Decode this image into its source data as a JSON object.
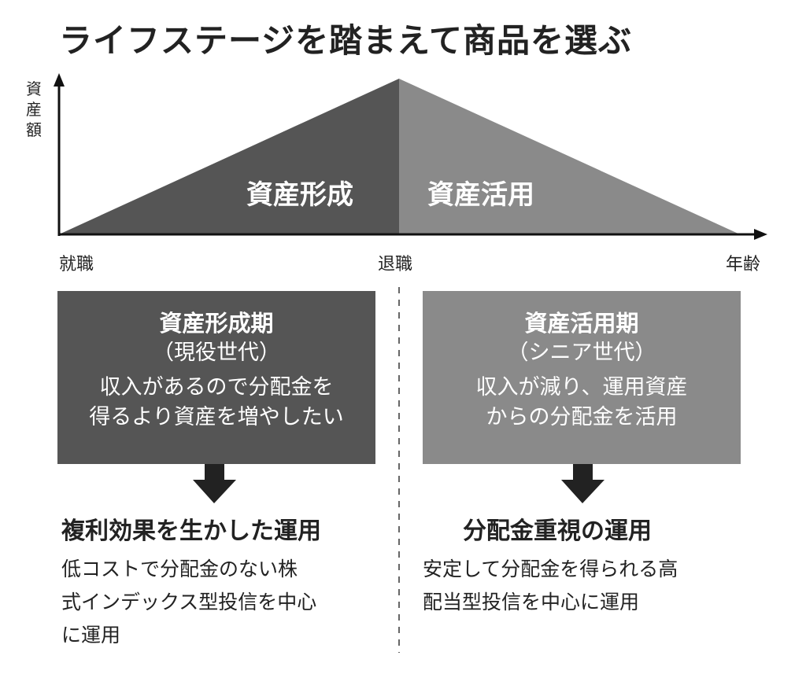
{
  "title": "ライフステージを踏まえて商品を選ぶ",
  "axis": {
    "y_label": "資産額",
    "x_start": "就職",
    "x_mid": "退職",
    "x_end": "年齢"
  },
  "phases": [
    {
      "area_label": "資産形成",
      "box_title": "資産形成期",
      "box_sub": "（現役世代）",
      "box_text": [
        "収入があるので分配金を",
        "得るより資産を増やしたい"
      ],
      "heading": "複利効果を生かした運用",
      "body": [
        "低コストで分配金のない株",
        "式インデックス型投信を中心",
        "に運用"
      ],
      "color": "#555555"
    },
    {
      "area_label": "資産活用",
      "box_title": "資産活用期",
      "box_sub": "（シニア世代）",
      "box_text": [
        "収入が減り、運用資産",
        "からの分配金を活用"
      ],
      "heading": "分配金重視の運用",
      "body": [
        "安定して分配金を得られる高",
        "配当型投信を中心に運用"
      ],
      "color": "#8a8a8a"
    }
  ]
}
